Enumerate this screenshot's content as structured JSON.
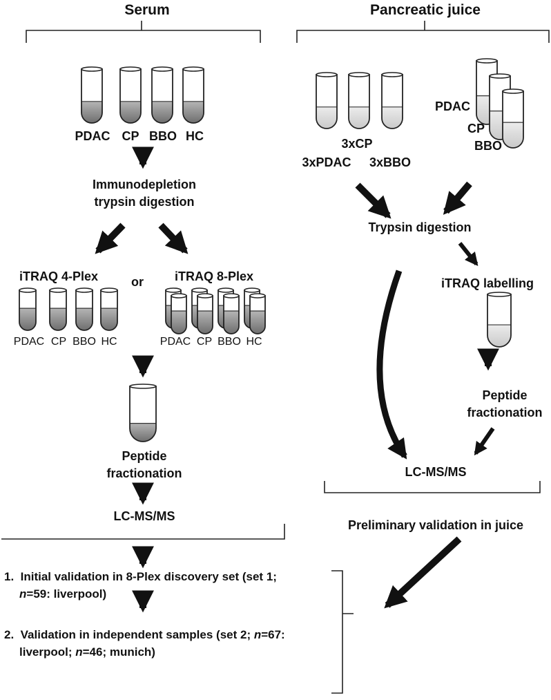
{
  "serum": {
    "title": "Serum",
    "tube_labels": [
      "PDAC",
      "CP",
      "BBO",
      "HC"
    ],
    "step1": [
      "Immunodepletion",
      "trypsin digestion"
    ],
    "itraq4": "iTRAQ 4-Plex",
    "or": "or",
    "itraq8": "iTRAQ 8-Plex",
    "plex4_labels": [
      "PDAC",
      "CP",
      "BBO",
      "HC"
    ],
    "plex8_labels": [
      "PDAC",
      "CP",
      "BBO",
      "HC"
    ],
    "fractionation": [
      "Peptide",
      "fractionation"
    ],
    "lcms": "LC-MS/MS"
  },
  "juice": {
    "title": "Pancreatic juice",
    "group_labels": [
      "3xCP",
      "3xPDAC",
      "3xBBO"
    ],
    "pooled_labels": [
      "PDAC",
      "CP",
      "BBO"
    ],
    "digestion": "Trypsin digestion",
    "labelling": "iTRAQ labelling",
    "fractionation": [
      "Peptide",
      "fractionation"
    ],
    "lcms": "LC-MS/MS",
    "prelim": "Preliminary validation in juice"
  },
  "validation": {
    "item1": {
      "num": "1.",
      "line1": "Initial validation in 8-Plex discovery set (set 1;",
      "line2_n": "n",
      "line2_rest": "=59: liverpool)"
    },
    "item2": {
      "num": "2.",
      "line1_pre": "Validation in independent samples (set 2; ",
      "line1_n": "n",
      "line1_post": "=67:",
      "line2_pre": "liverpool; ",
      "line2_n": "n",
      "line2_post": "=46; munich)"
    }
  }
}
